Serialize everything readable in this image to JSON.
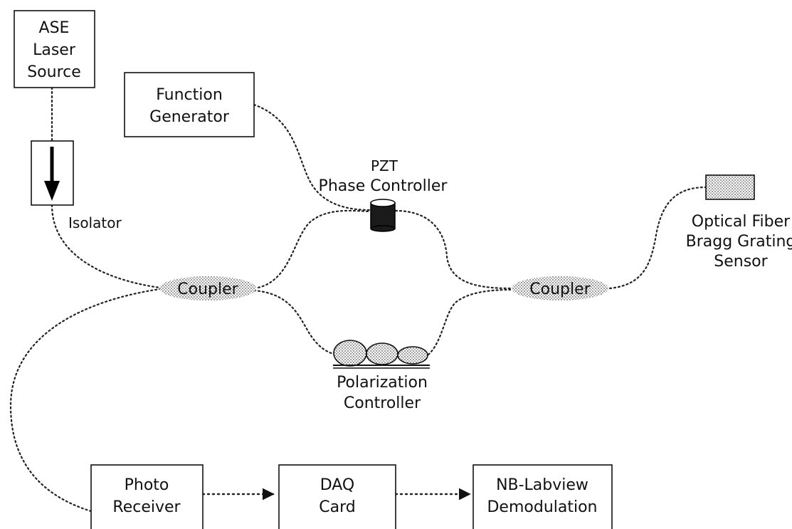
{
  "components": {
    "ase_source": [
      "ASE",
      "Laser",
      "Source"
    ],
    "function_generator": [
      "Function",
      "Generator"
    ],
    "isolator": "Isolator",
    "pzt": [
      "PZT",
      "Phase Controller"
    ],
    "coupler_left": "Coupler",
    "coupler_right": "Coupler",
    "polarization_controller": [
      "Polarization",
      "Controller"
    ],
    "fbg_sensor": [
      "Optical Fiber",
      "Bragg Grating",
      "Sensor"
    ],
    "photo_receiver": [
      "Photo",
      "Receiver"
    ],
    "daq_card": [
      "DAQ",
      "Card"
    ],
    "labview": [
      "NB-Labview",
      "Demodulation"
    ]
  },
  "colors": {
    "ink": "#111111",
    "coupler_fill": "#c8c8c8",
    "pzt_fill": "#1a1a1a",
    "polarizer_fill": "#c4c4c4",
    "fbg_fill": "#c0c0c0"
  }
}
